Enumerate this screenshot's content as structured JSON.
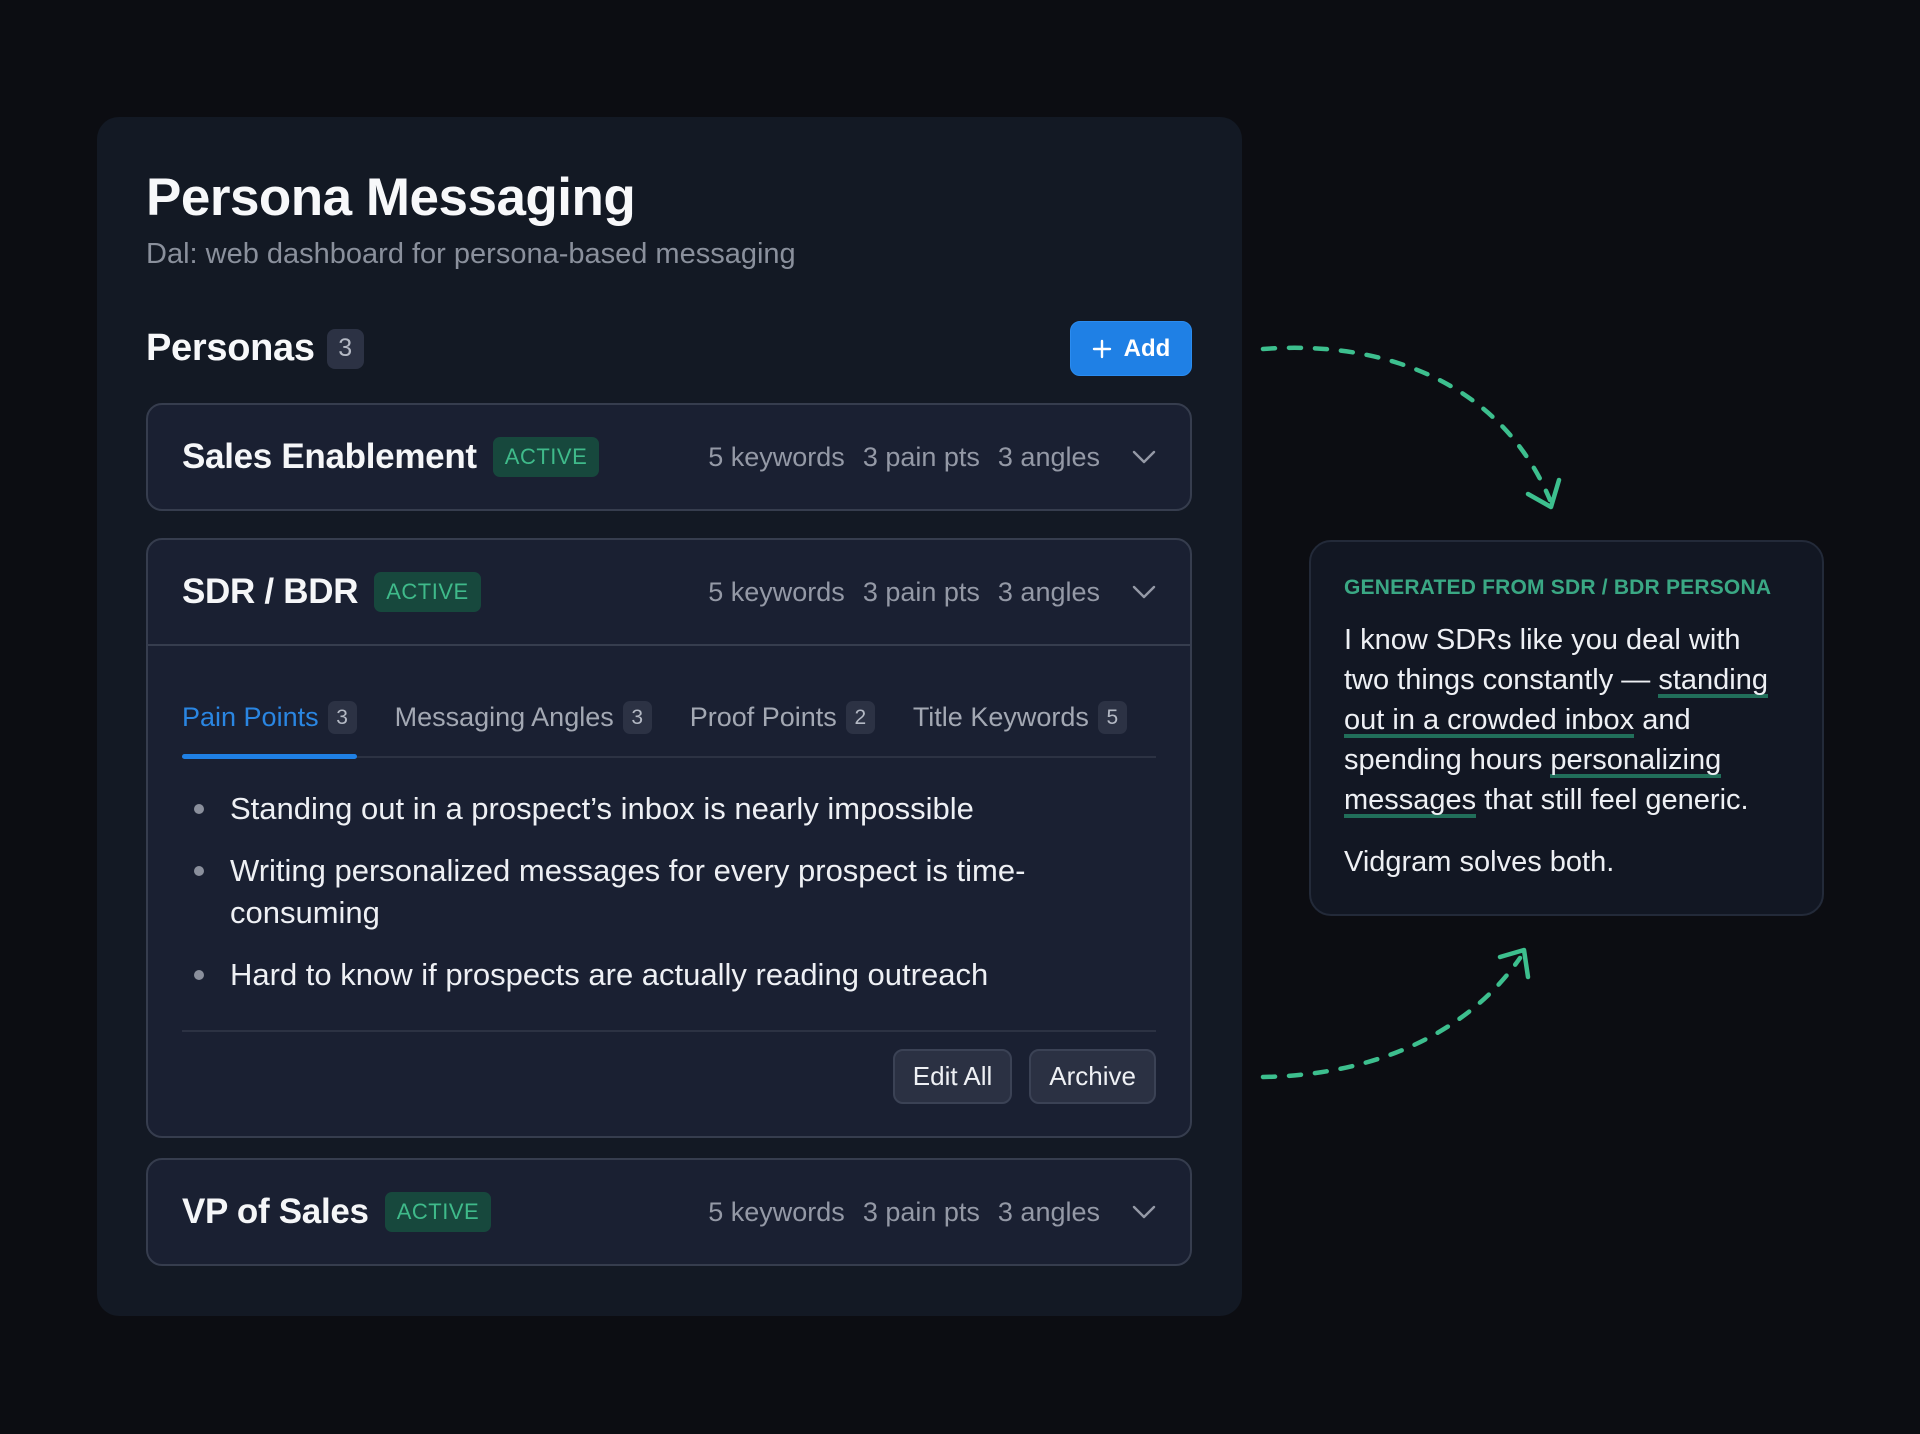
{
  "header": {
    "title": "Persona Messaging",
    "subtitle": "Dal: web dashboard for persona-based messaging"
  },
  "personas_section": {
    "title": "Personas",
    "count": "3",
    "add_button": {
      "icon": "plus-icon",
      "label": "Add"
    }
  },
  "personas": [
    {
      "name": "Sales Enablement",
      "status": "ACTIVE",
      "keywords": "5 keywords",
      "pain_points": "3 pain pts",
      "angles": "3 angles",
      "expanded": false
    },
    {
      "name": "SDR / BDR",
      "status": "ACTIVE",
      "keywords": "5 keywords",
      "pain_points": "3 pain pts",
      "angles": "3 angles",
      "expanded": true,
      "tabs": [
        {
          "label": "Pain Points",
          "count": "3",
          "active": true
        },
        {
          "label": "Messaging Angles",
          "count": "3",
          "active": false
        },
        {
          "label": "Proof Points",
          "count": "2",
          "active": false
        },
        {
          "label": "Title Keywords",
          "count": "5",
          "active": false
        }
      ],
      "pain_points_list": [
        "Standing out in a prospect’s inbox is nearly impossible",
        "Writing personalized messages for every prospect is time-consuming",
        "Hard to know if prospects are actually reading outreach"
      ],
      "actions": {
        "edit_all": "Edit All",
        "archive": "Archive"
      }
    },
    {
      "name": "VP of Sales",
      "status": "ACTIVE",
      "keywords": "5 keywords",
      "pain_points": "3 pain pts",
      "angles": "3 angles",
      "expanded": false
    }
  ],
  "generated_message": {
    "label": "GENERATED FROM SDR / BDR PERSONA",
    "body_parts": {
      "p1": "I know SDRs like you deal with two things constantly — ",
      "h1": "standing out in a crowded inbox",
      "p2": " and spending hours ",
      "h2": "personalizing messages",
      "p3": " that still feel generic."
    },
    "closing": "Vidgram solves both."
  },
  "colors": {
    "background": "#0c0d12",
    "panel": "#131924",
    "card": "#1a2032",
    "accent_blue": "#1f80e5",
    "active_green": "#3fba8a",
    "arrow_green": "#3dbf8e"
  }
}
